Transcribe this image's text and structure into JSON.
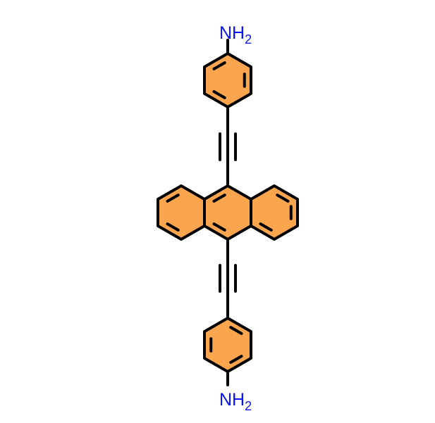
{
  "molecule": {
    "top_group": {
      "main": "NH",
      "subscript": "2"
    },
    "bottom_group": {
      "main": "NH",
      "subscript": "2"
    },
    "colors": {
      "ring_fill": "#fba54f",
      "bond": "#000000",
      "heteroatom": "#0a14f0"
    }
  }
}
